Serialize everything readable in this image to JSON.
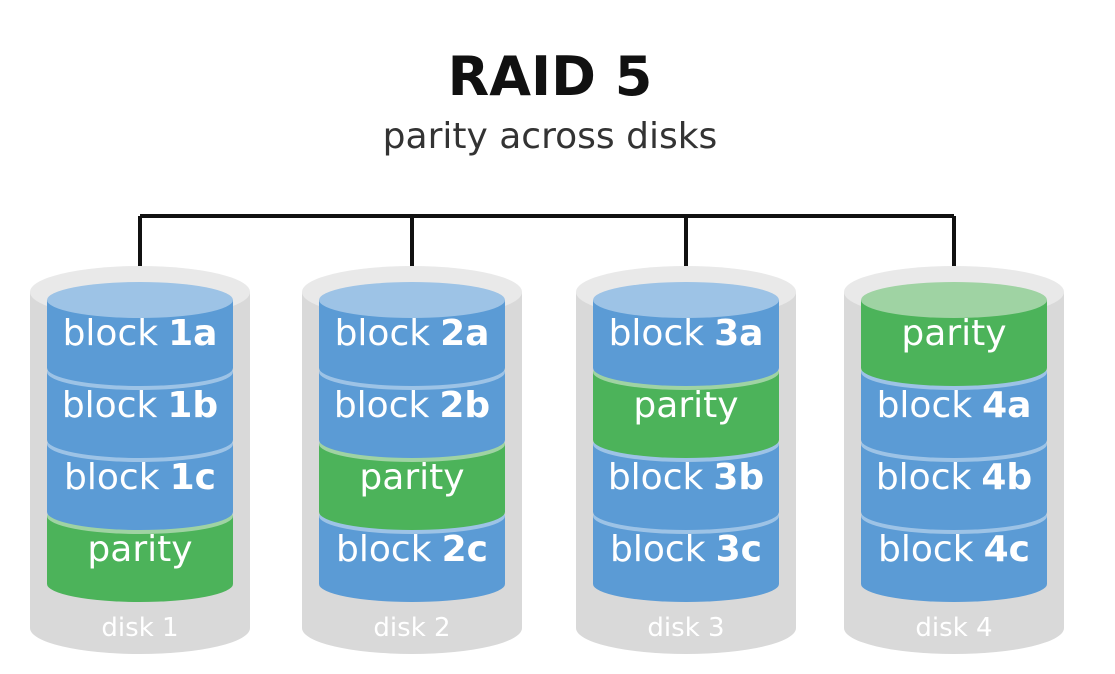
{
  "title": "RAID 5",
  "subtitle": "parity across disks",
  "colors": {
    "block_side": "#5b9bd5",
    "block_top": "#9dc3e6",
    "parity_side": "#4cb35a",
    "parity_top": "#9fd3a3",
    "disk_shell": "#d9d9d9",
    "disk_shell_top": "#e9e9e9",
    "connector": "#111111",
    "text_light": "#ffffff",
    "text_dark": "#111111"
  },
  "disks": [
    {
      "label": "disk 1",
      "segments": [
        {
          "type": "block",
          "word": "block",
          "id": "1a"
        },
        {
          "type": "block",
          "word": "block",
          "id": "1b"
        },
        {
          "type": "block",
          "word": "block",
          "id": "1c"
        },
        {
          "type": "parity",
          "word": "parity",
          "id": ""
        }
      ]
    },
    {
      "label": "disk 2",
      "segments": [
        {
          "type": "block",
          "word": "block",
          "id": "2a"
        },
        {
          "type": "block",
          "word": "block",
          "id": "2b"
        },
        {
          "type": "parity",
          "word": "parity",
          "id": ""
        },
        {
          "type": "block",
          "word": "block",
          "id": "2c"
        }
      ]
    },
    {
      "label": "disk 3",
      "segments": [
        {
          "type": "block",
          "word": "block",
          "id": "3a"
        },
        {
          "type": "parity",
          "word": "parity",
          "id": ""
        },
        {
          "type": "block",
          "word": "block",
          "id": "3b"
        },
        {
          "type": "block",
          "word": "block",
          "id": "3c"
        }
      ]
    },
    {
      "label": "disk 4",
      "segments": [
        {
          "type": "parity",
          "word": "parity",
          "id": ""
        },
        {
          "type": "block",
          "word": "block",
          "id": "4a"
        },
        {
          "type": "block",
          "word": "block",
          "id": "4b"
        },
        {
          "type": "block",
          "word": "block",
          "id": "4c"
        }
      ]
    }
  ]
}
